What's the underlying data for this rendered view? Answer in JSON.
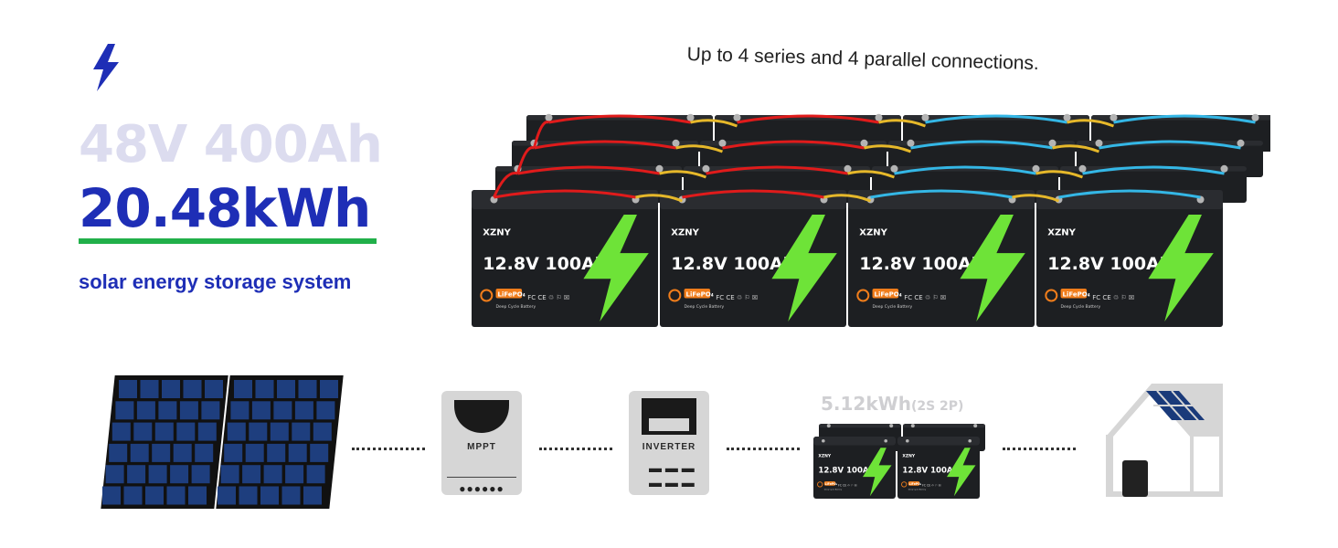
{
  "headline": {
    "capacity": "48V 400Ah",
    "energy": "20.48kWh",
    "subtitle": "solar energy storage system"
  },
  "connection_caption": "Up to 4 series and 4 parallel connections.",
  "battery": {
    "brand": "XZNY",
    "rating": "12.8V 100Ah",
    "chemistry_badge": "LiFePO₄",
    "subtext": "Deep Cycle Battery",
    "certifications": "FC CE ♲ ⚐ ☒"
  },
  "flow": {
    "mppt_label": "MPPT",
    "inverter_label": "INVERTER",
    "bank_energy": "5.12kWh",
    "bank_config": "(2S 2P)"
  },
  "colors": {
    "accent_blue": "#1e2eb6",
    "dim_text": "#dcdcef",
    "green_bar": "#21b04a",
    "bolt_green": "#6ee338",
    "battery_body": "#1d1f22",
    "cable_red": "#e01b1b",
    "cable_blue": "#34b7e6",
    "cable_yellow": "#e6b82a"
  }
}
